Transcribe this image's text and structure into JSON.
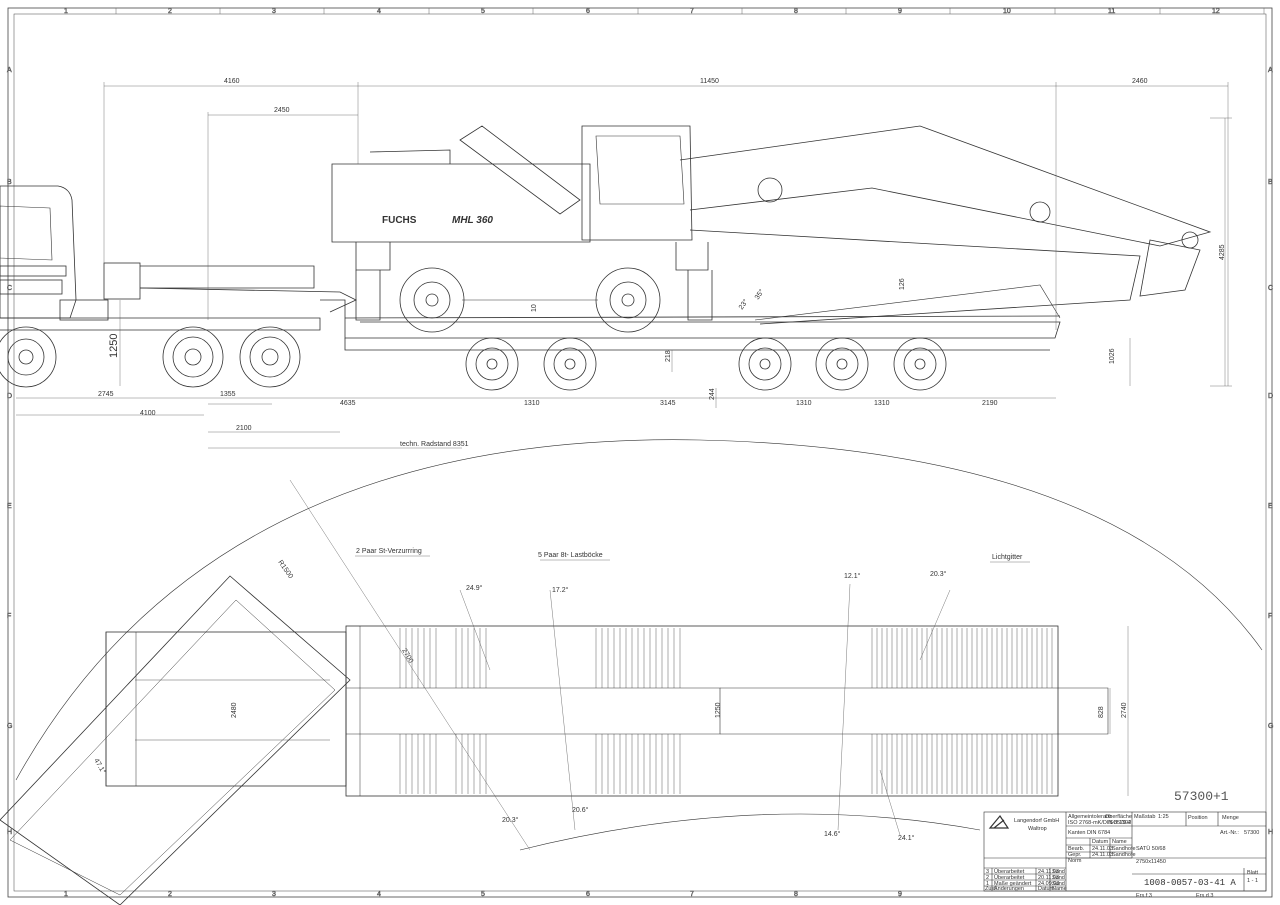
{
  "frame": {
    "columns": [
      "1",
      "2",
      "3",
      "4",
      "5",
      "6",
      "7",
      "8",
      "9",
      "10",
      "11",
      "12"
    ],
    "bottom_columns": [
      "1",
      "2",
      "3",
      "4",
      "5",
      "6",
      "7",
      "8",
      "9"
    ],
    "rows": [
      "A",
      "B",
      "C",
      "D",
      "E",
      "F",
      "G",
      "H"
    ]
  },
  "side_view": {
    "brand": "FUCHS",
    "model": "MHL 360",
    "top_dims": [
      "4160",
      "11450",
      "2460"
    ],
    "sub_top": "2450",
    "height_right": "4285",
    "lower_dims": [
      "2745",
      "4100",
      "1355",
      "2100",
      "4635",
      "1310",
      "3145",
      "1310",
      "1310",
      "2190"
    ],
    "wheelbase": "techn. Radstand 8351",
    "kingpin_height": "1250",
    "deck_height": "1026",
    "small_dims": [
      "10",
      "126",
      "218",
      "244",
      "23°",
      "35°"
    ]
  },
  "plan_view": {
    "callouts": [
      "2 Paar St-Verzurrring",
      "5 Paar 8t- Lastböcke",
      "Lichtgitter"
    ],
    "radius": "R1500",
    "dims": [
      "2700",
      "2480",
      "1250",
      "828",
      "2740"
    ],
    "angles": [
      "24.9°",
      "17.2°",
      "12.1°",
      "20.3°",
      "47.1°",
      "20.3°",
      "20.6°",
      "14.6°",
      "24.1°"
    ],
    "serial": "57300+1"
  },
  "title_block": {
    "company": "Langendorf GmbH",
    "city": "Waltrop",
    "tolerance_label": "Allgemeintoleranz",
    "tolerance_value": "ISO 2768-mK/DIN 8570-4",
    "surface_label": "Oberfläche",
    "surface_value": "ISO 1302",
    "edges": "Kanten DIN 6784",
    "scale_label": "Maßstab",
    "scale": "1:25",
    "position_label": "Position",
    "quantity_label": "Menge",
    "article_label": "Art.-Nr.:",
    "article": "57300",
    "date_label": "Datum",
    "name_label": "Name",
    "rows": [
      {
        "k": "Bearb.",
        "d": "24.11.03",
        "n": "Sandhofe"
      },
      {
        "k": "Gepr.",
        "d": "24.11.03",
        "n": "Sandhofe"
      },
      {
        "k": "Norm",
        "d": "",
        "n": ""
      }
    ],
    "title1": "SATÜ 50/68",
    "title2": "2750x11450",
    "drawing_number": "1008-0057-03-41 A",
    "sheet_label": "Blatt",
    "sheet": "1 - 1",
    "revisions": [
      {
        "z": "3",
        "t": "Überarbeitet",
        "d": "24.11.03",
        "n": "Sand"
      },
      {
        "z": "2",
        "t": "Überarbeitet",
        "d": "20.11.03",
        "n": "Sand"
      },
      {
        "z": "1",
        "t": "Maße geändert",
        "d": "24.09.03",
        "n": "Sand"
      }
    ],
    "rev_head": [
      "Zust.",
      "Änderungen",
      "Datum",
      "Name"
    ],
    "origin": "Ers.f.3",
    "replaced": "Ers.d.3"
  }
}
